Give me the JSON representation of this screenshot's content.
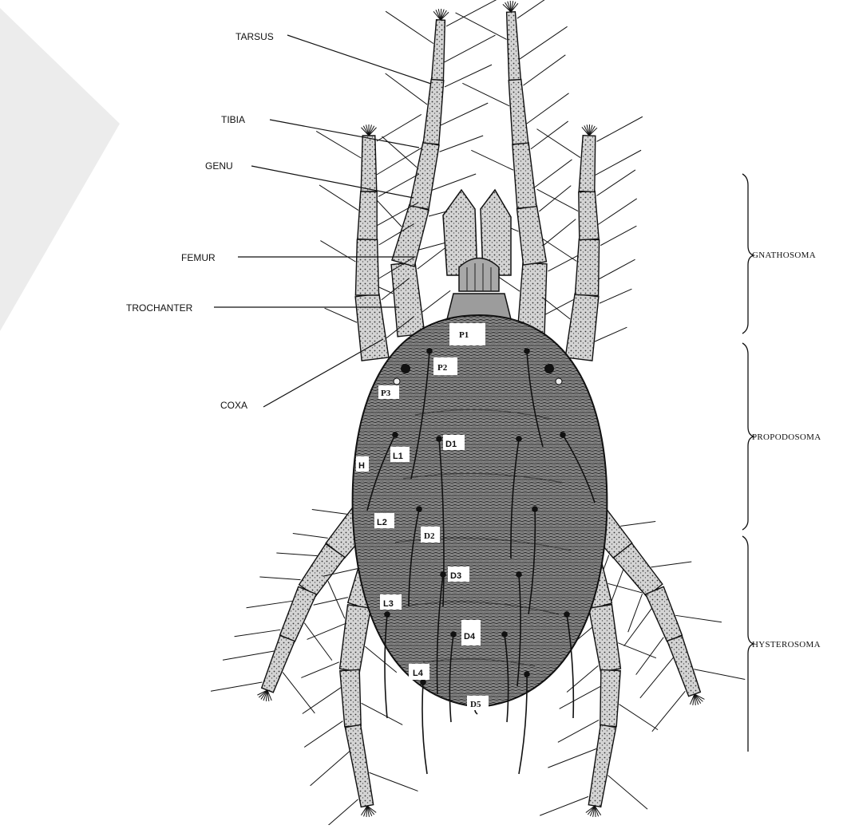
{
  "part_labels": {
    "tarsus": "TARSUS",
    "tibia": "TIBIA",
    "genu": "GENU",
    "femur": "FEMUR",
    "trochanter": "TROCHANTER",
    "coxa": "COXA"
  },
  "region_labels": {
    "gnathosoma": "GNATHOSOMA",
    "propodosoma": "PROPODOSOMA",
    "hysterosoma": "HYSTEROSOMA"
  },
  "setae": {
    "p1": "P1",
    "p2": "P2",
    "p3": "P3",
    "h": "H",
    "l1": "L1",
    "d1": "D1",
    "l2": "L2",
    "d2": "D2",
    "d3": "D3",
    "l3": "L3",
    "d4": "D4",
    "l4": "L4",
    "d5": "D5"
  },
  "colors": {
    "line": "#111111",
    "body_fill": "#8a8a8a",
    "leg_fill": "#c9c9c9",
    "watermark": "#ebebeb"
  }
}
